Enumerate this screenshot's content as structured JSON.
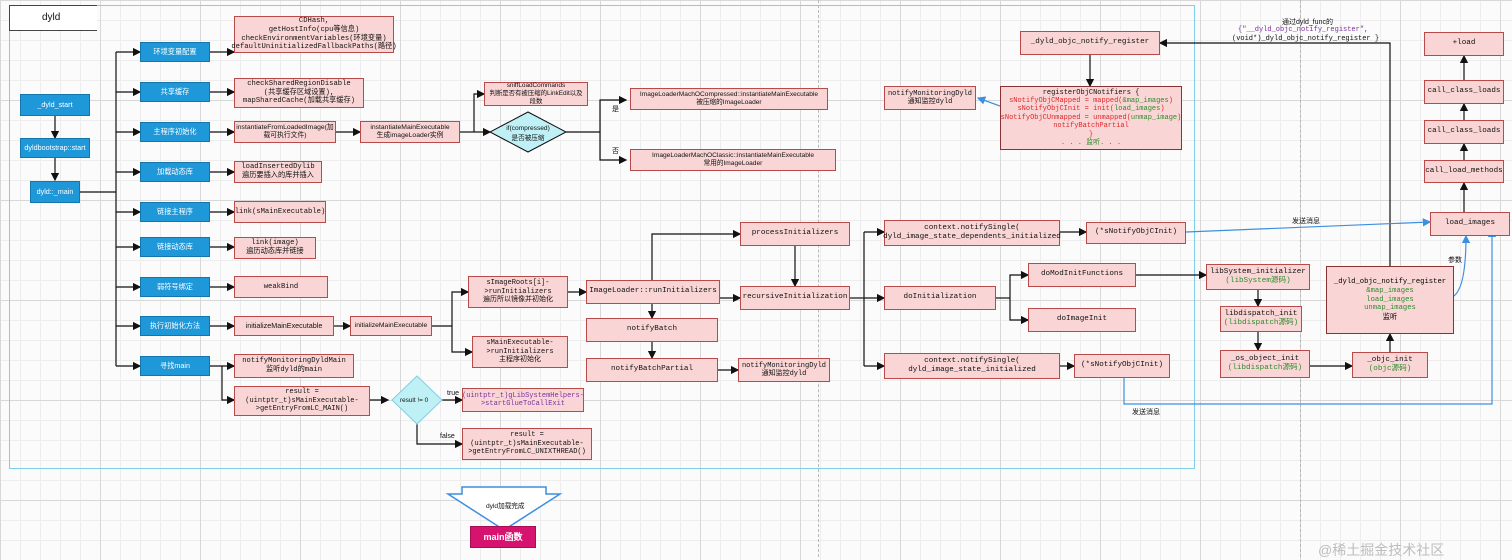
{
  "title": "dyld",
  "colors": {
    "blue_box": "#1f98d9",
    "pink_box": "#f9d6d5",
    "border_red": "#b94a4a",
    "frame_cyan": "#7fd0e6",
    "magenta": "#d6136e",
    "green": "#2e8b2e",
    "red_text": "#e0262a",
    "purple": "#7b2fa0",
    "link_blue": "#3d8fe0"
  },
  "left_chain": {
    "start": "_dyld_start",
    "bootstrap": "dyldbootstrap::start",
    "main": "dyld::_main"
  },
  "steps": [
    {
      "label": "环境变量配置",
      "detail": "CDHash,\ngetHostInfo(cpu等信息)\ncheckEnvironmentVariables(环境变量)\ndefaultUninitializedFallbackPaths(路径)"
    },
    {
      "label": "共享缓存",
      "detail": "checkSharedRegionDisable\n(共享缓存区域设置),\nmapSharedCache(加载共享缓存)"
    },
    {
      "label": "主程序初始化",
      "detail": "instantiateFromLoadedImage(加\n载可执行文件)"
    },
    {
      "label": "加载动态库",
      "detail": "loadInsertedDylib\n遍历要插入的库并插入"
    },
    {
      "label": "链接主程序",
      "detail": "link(sMainExecutable)"
    },
    {
      "label": "链接动态库",
      "detail": "link(image)\n遍历动态库并链接"
    },
    {
      "label": "弱符号绑定",
      "detail": "weakBind"
    },
    {
      "label": "执行初始化方法",
      "detail": "initializeMainExecutable"
    },
    {
      "label": "寻找main",
      "detail": "notifyMonitoringDyldMain\n监听dyld的main"
    }
  ],
  "main_exec": {
    "instantiate": "instantiateMainExecutable\n生成imageLoader实例",
    "sniff": "sniffLoadCommands\n判断是否有被压缩的LinkEdit以及\n段数",
    "decision": "if(compressed)\n是否被压缩",
    "yes": "是",
    "no": "否",
    "compressed": "ImageLoaderMachOCompressed::instantiateMainExecutable\n被压缩的ImageLoader",
    "classic": "ImageLoaderMachOClassic::instantiateMainExecutable\n常用的ImageLoader"
  },
  "init": {
    "initialize_main": "initializeMainExecutable",
    "run_initializers": "sImageRoots[i]-\n>runInitializers\n遍历所以镜像并初始化",
    "main_run_initializers": "sMainExecutable-\n>runInitializers\n主程序初始化",
    "imageloader_run": "ImageLoader::runInitializers",
    "notify_batch": "notifyBatch",
    "notify_batch_partial": "notifyBatchPartial",
    "notify_monitoring": "notifyMonitoringDyld\n通知监控dyld",
    "process_initializers": "processInitializers",
    "recursive_init": "recursiveInitialization",
    "notify_single_dependents": "context.notifySingle(\ndyld_image_state_dependents_initialized",
    "sNotifyObjCInit_1": "(*sNotifyObjCInit)",
    "do_initialization": "doInitialization",
    "do_mod_init": "doModInitFunctions",
    "do_image_init": "doImageInit",
    "notify_single_initialized": "context.notifySingle(\ndyld_image_state_initialized",
    "sNotifyObjCInit_2": "(*sNotifyObjCInit)"
  },
  "main_lookup": {
    "result_main": "result =\n(uintptr_t)sMainExecutable-\n>getEntryFromLC_MAIN()",
    "decision": "result != 0",
    "true_label": "true",
    "false_label": "false",
    "glue_prefix": "(uintptr_t)",
    "glue_rest": "gLibSystemHelpers-\n>startGlueToCallExit",
    "result_unix": "result =\n(uintptr_t)sMainExecutable-\n>getEntryFromLC_UNIXTHREAD()"
  },
  "bottom": {
    "dyld_done": "dyld加载完成",
    "main_fn": "main函数"
  },
  "objc": {
    "register_top": "_dyld_objc_notify_register",
    "register_notifiers_title": "registerObjCNotifiers {",
    "reg_lines": [
      {
        "lhs": "sNotifyObjCMapped = mapped(",
        "arg": "&map_images",
        "end": ")"
      },
      {
        "lhs": "sNotifyObjCInit = init(",
        "arg": "load_images",
        "end": ")"
      },
      {
        "lhs": "sNotifyObjCUnmapped = unmapped(",
        "arg": "unmap_image",
        "end": ")"
      },
      {
        "lhs": "notifyBatchPartial",
        "arg": "",
        "end": ""
      }
    ],
    "reg_close": "}",
    "reg_listen": ". . . 监听. . .",
    "notify_monitoring_dyld": "notifyMonitoringDyld\n通知监控dyld",
    "call_note_1": "通过dyld_func的",
    "call_note_2": "{\"__dyld_objc_notify_register\",",
    "call_note_3": "(void*)_dyld_objc_notify_register }",
    "libsystem_init": "libSystem_initializer",
    "libsystem_src": "(libSystem源码)",
    "libdispatch_init": "libdispatch_init",
    "libdispatch_src": "(libdispatch源码)",
    "os_object_init": "_os_object_init",
    "os_src": "(libdispatch源码)",
    "objc_init": "_objc_init",
    "objc_src": "(objc源码)",
    "register_right": "_dyld_objc_notify_register",
    "register_right_args": "&map_images\nload_images\nunmap_images",
    "register_right_listen": "监听",
    "param_label": "参数",
    "send_msg_1": "发送消息",
    "send_msg_2": "发送消息",
    "load_images": "load_images",
    "call_load_methods": "call_load_methods",
    "call_class_loads_1": "call_class_loads",
    "call_class_loads_2": "call_class_loads",
    "plus_load": "+load"
  },
  "watermark": "@稀土掘金技术社区"
}
